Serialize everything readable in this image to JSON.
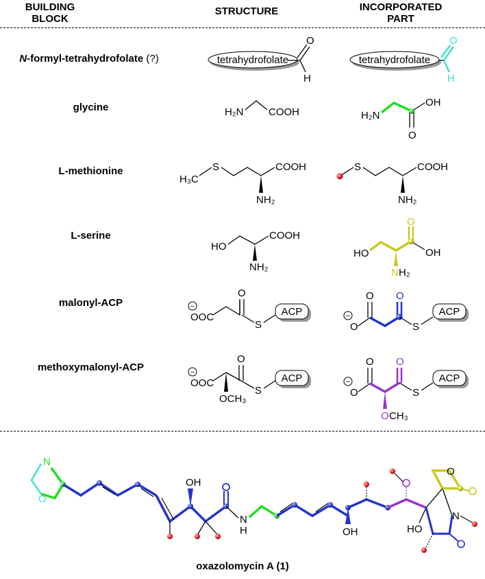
{
  "headers": {
    "building_block": "BUILDING BLOCK",
    "structure": "STRUCTURE",
    "incorporated_part": "INCORPORATED PART"
  },
  "rows": [
    {
      "label_main": "N",
      "label_rest": "-formyl-tetrahydrofolate",
      "label_suffix": " (?)"
    },
    {
      "label": "glycine"
    },
    {
      "prefix": "L",
      "label": "-methionine"
    },
    {
      "prefix": "L",
      "label": "-serine"
    },
    {
      "label": "malonyl-ACP"
    },
    {
      "label": "methoxymalonyl-ACP"
    }
  ],
  "chem_text": {
    "thf": "tetrahydrofolate",
    "h": "H",
    "o": "O",
    "h2n": "H₂N",
    "cooh": "COOH",
    "oh": "OH",
    "n_green": "N",
    "h3c": "H₃C",
    "s": "S",
    "nh2": "NH₂",
    "ho": "HO",
    "n_serine": "N",
    "h2_sub": "H₂",
    "acp": "ACP",
    "ooc": "OOC",
    "minus": "−",
    "och3": "OCH₃",
    "ch3": "CH₃",
    "n": "N",
    "h_small": "H"
  },
  "bottom": {
    "name": "oxazolomycin A (",
    "number": "1",
    "close": ")"
  },
  "colors": {
    "formyl": "#40e0d0",
    "glycine": "#22dd22",
    "methionine_methyl": "#ee3333",
    "serine": "#c8c820",
    "malonyl": "#2233cc",
    "methoxymalonyl": "#9933cc"
  }
}
